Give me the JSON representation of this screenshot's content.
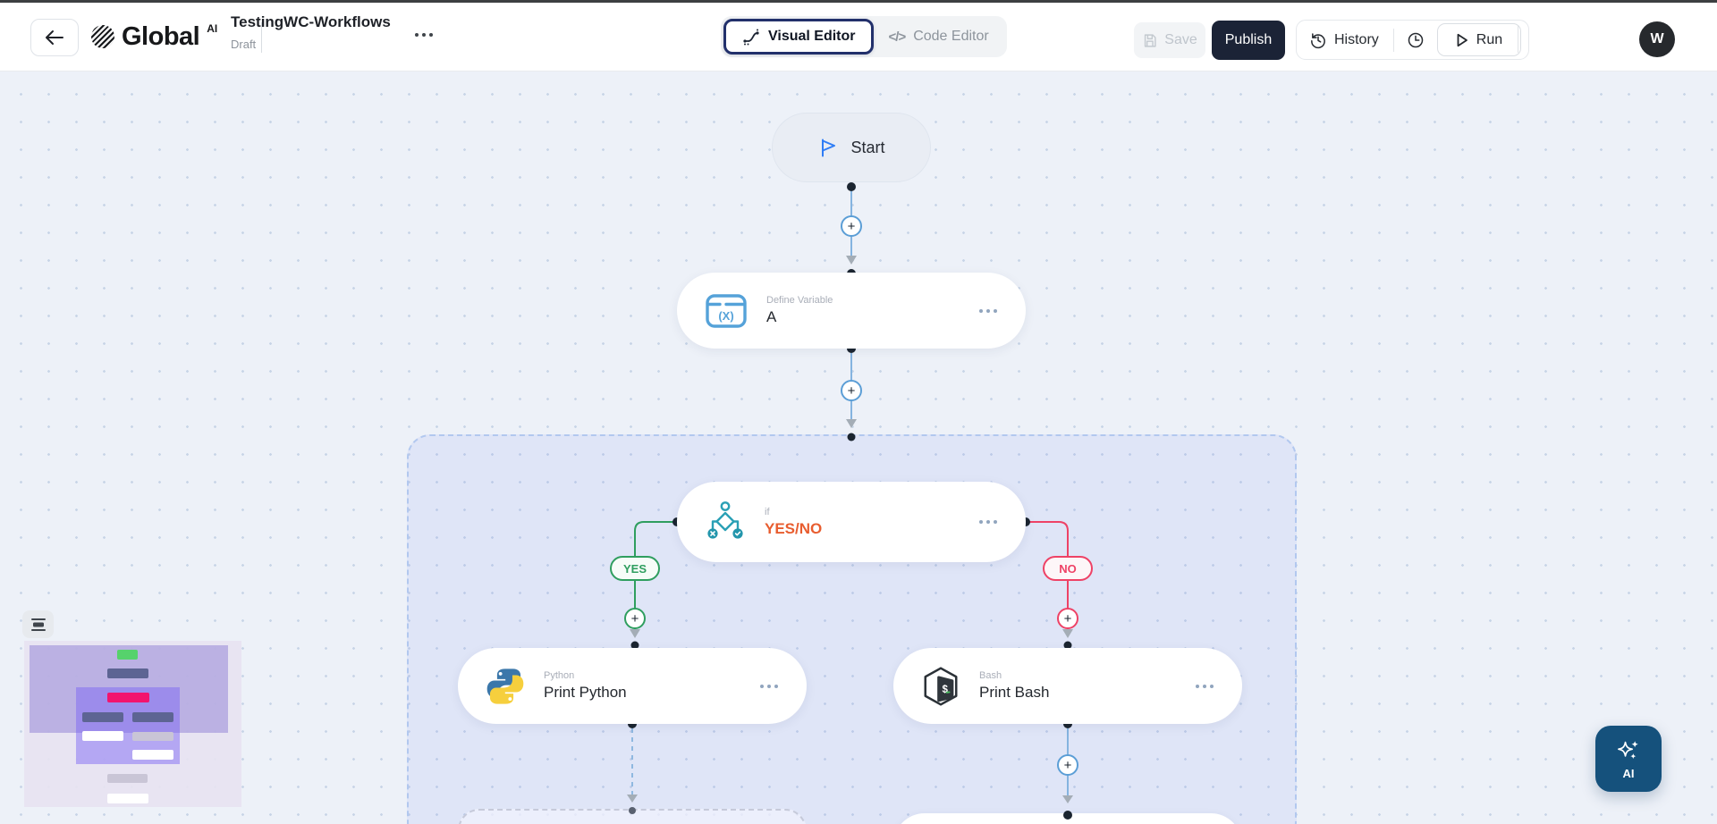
{
  "header": {
    "brand": "Global",
    "brand_sup": "AI",
    "workflow_title": "TestingWC-Workflows",
    "workflow_status": "Draft",
    "tab_visual": "Visual Editor",
    "tab_code": "Code Editor",
    "save": "Save",
    "publish": "Publish",
    "history": "History",
    "run": "Run",
    "avatar_initial": "W"
  },
  "nodes": {
    "start": "Start",
    "define_variable_type": "Define Variable",
    "define_variable_title": "A",
    "if_type": "if",
    "if_title": "YES/NO",
    "python_type": "Python",
    "python_title": "Print Python",
    "bash_type": "Bash",
    "bash_title": "Print Bash"
  },
  "edges": {
    "yes": "YES",
    "no": "NO"
  },
  "ai_button": "AI",
  "icons": {
    "code_glyph": "</>",
    "variable_glyph": "(X)",
    "bash_glyph": "$"
  },
  "colors": {
    "canvas_bg": "#edf1f8",
    "if_container_bg": "#e4e7fb",
    "edge_blue": "#85b4e0",
    "yes_green": "#2f9e5f",
    "no_red": "#ee4266",
    "if_title_orange": "#e85d2f",
    "publish_navy": "#1b2336",
    "active_tab_border": "#22306b",
    "ai_button_bg": "#15517c",
    "python_blue": "#3b77aa",
    "python_yellow": "#f6cf3d",
    "variable_icon_blue": "#55a2d9",
    "if_icon_teal": "#2aa0b5"
  }
}
